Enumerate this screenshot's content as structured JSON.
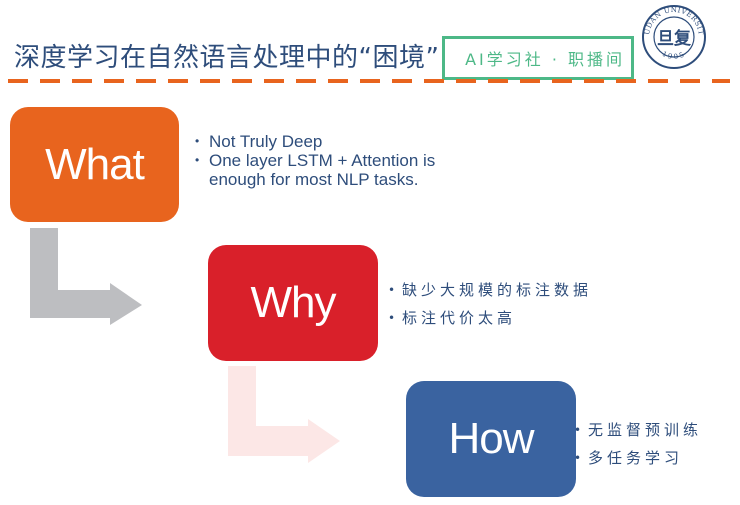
{
  "slide": {
    "title": "深度学习在自然语言处理中的“困境”",
    "watermark": "AI学习社 · 职播间",
    "logo": {
      "name": "fudan-university-seal",
      "ring_text": "FUDAN UNIVERSITY",
      "year": "1905",
      "center_glyph": "旦复"
    },
    "colors": {
      "title": "#2E4D7B",
      "divider": "#E8641E",
      "watermark": "#4DB887",
      "what": "#E8641E",
      "why": "#D9202A",
      "how": "#3A63A0",
      "arrow1": "#BDBEC1",
      "arrow2": "#FCE7E6"
    },
    "steps": [
      {
        "label": "What",
        "bullets": [
          "Not Truly Deep",
          "One layer LSTM + Attention is enough for most NLP tasks."
        ]
      },
      {
        "label": "Why",
        "bullets": [
          "缺少大规模的标注数据",
          "标注代价太高"
        ]
      },
      {
        "label": "How",
        "bullets": [
          "无监督预训练",
          "多任务学习"
        ]
      }
    ]
  }
}
